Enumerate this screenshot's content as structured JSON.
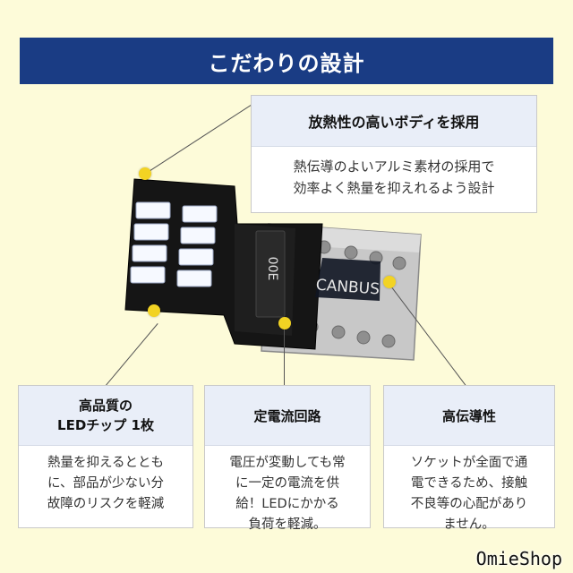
{
  "header": {
    "title": "こだわりの設計"
  },
  "features": {
    "heat": {
      "title": "放熱性の高いボディを採用",
      "lines": [
        "熱伝導のよいアルミ素材の採用で",
        "効率よく熱量を抑えれるよう設計"
      ]
    },
    "chip": {
      "title_line1": "高品質の",
      "title_line2": "LEDチップ 1枚",
      "lines": [
        "熱量を抑えるととも",
        "に、部品が少ない分",
        "故障のリスクを軽減"
      ]
    },
    "current": {
      "title": "定電流回路",
      "lines": [
        "電圧が変動しても常",
        "に一定の電流を供",
        "給！LEDにかかる",
        "負荷を軽減。"
      ]
    },
    "conduct": {
      "title": "高伝導性",
      "lines": [
        "ソケットが全面で通",
        "電できるため、接触",
        "不良等の心配があり",
        "ません。"
      ]
    }
  },
  "product": {
    "chip_label": "00E",
    "board_label": "CANBUS"
  },
  "watermark": "OmieShop",
  "colors": {
    "header": "#1a3c84",
    "dot": "#f2d323",
    "background": "#fdfbd9"
  }
}
